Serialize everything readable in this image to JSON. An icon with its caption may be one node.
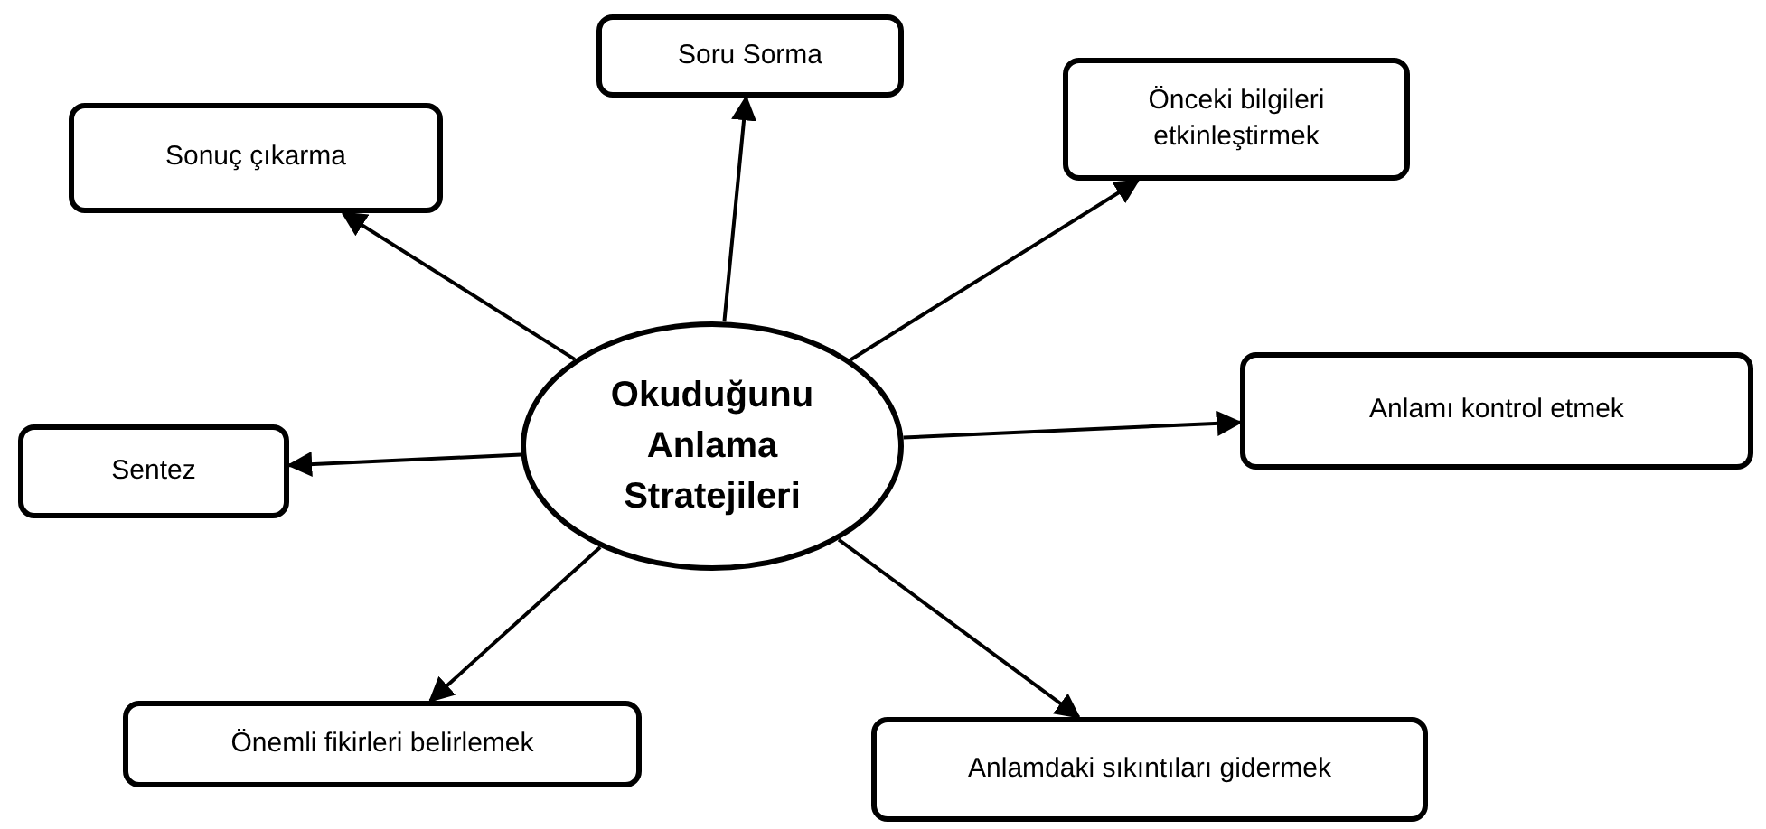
{
  "diagram": {
    "nodes": [
      {
        "text": [
          "Okuduğunu Anlama Stratejileri"
        ]
      },
      {
        "text": [
          "Soru Sorma"
        ]
      },
      {
        "text": [
          "Sonuç çıkarma"
        ]
      },
      {
        "text": [
          "Önceki bilgileri etkinleştirmek"
        ]
      },
      {
        "text": [
          "Anlamı kontrol etmek"
        ]
      },
      {
        "text": [
          "Sentez"
        ]
      },
      {
        "text": [
          "Önemli fikirleri belirlemek"
        ]
      },
      {
        "text": [
          "Anlamdaki sıkıntıları gidermek"
        ]
      }
    ],
    "edges": [
      {
        "from": 0,
        "to": 1,
        "arrow": "to"
      },
      {
        "from": 0,
        "to": 2,
        "arrow": "to"
      },
      {
        "from": 0,
        "to": 3,
        "arrow": "to"
      },
      {
        "from": 0,
        "to": 4,
        "arrow": "to"
      },
      {
        "from": 0,
        "to": 5,
        "arrow": "to"
      },
      {
        "from": 0,
        "to": 6,
        "arrow": "to"
      },
      {
        "from": 0,
        "to": 7,
        "arrow": "to"
      }
    ]
  }
}
